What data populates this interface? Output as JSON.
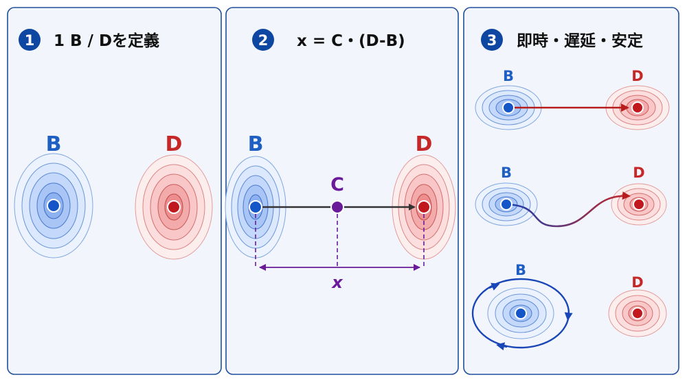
{
  "panels": [
    {
      "number": "1",
      "title": "1 B / Dを定義"
    },
    {
      "number": "2",
      "title": "x = C・(D-B)"
    },
    {
      "number": "3",
      "title": "即時・遅延・安定"
    }
  ],
  "labels": {
    "b": "B",
    "d": "D",
    "c": "C",
    "x": "x"
  },
  "colors": {
    "panel_bg": "#f2f6fc",
    "panel_border": "#1f4e9c",
    "number_badge": "#0d47a1",
    "blue": "#1f5fc4",
    "red": "#c62828",
    "purple": "#6a1b9a",
    "arrow_dark": "#333333"
  }
}
